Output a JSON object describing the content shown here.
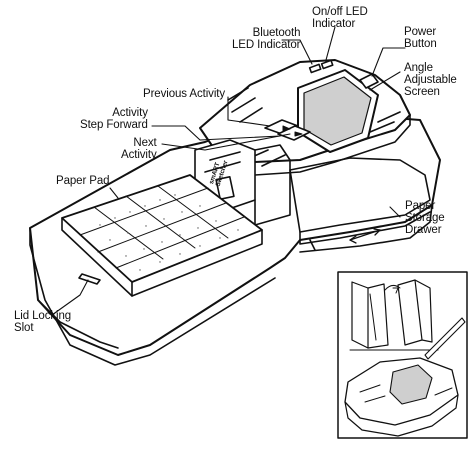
{
  "diagram": {
    "labels": {
      "bluetooth": "Bluetooth\nLED Indicator",
      "onoff": "On/off LED\nIndicator",
      "power": "Power\nButton",
      "screen": "Angle\nAdjustable\nScreen",
      "previous": "Previous Activity",
      "stepforward": "Activity\nStep Forward",
      "next": "Next\nActivity",
      "paperpad": "Paper Pad",
      "storage": "Paper\nStorage\nDrawer",
      "lidlock": "Lid Locking\nSlot"
    },
    "device_brand": "smART\nSketcher"
  },
  "colors": {
    "ink": "#111111",
    "screen": "#cfcfcf",
    "paper": "#ffffff"
  }
}
